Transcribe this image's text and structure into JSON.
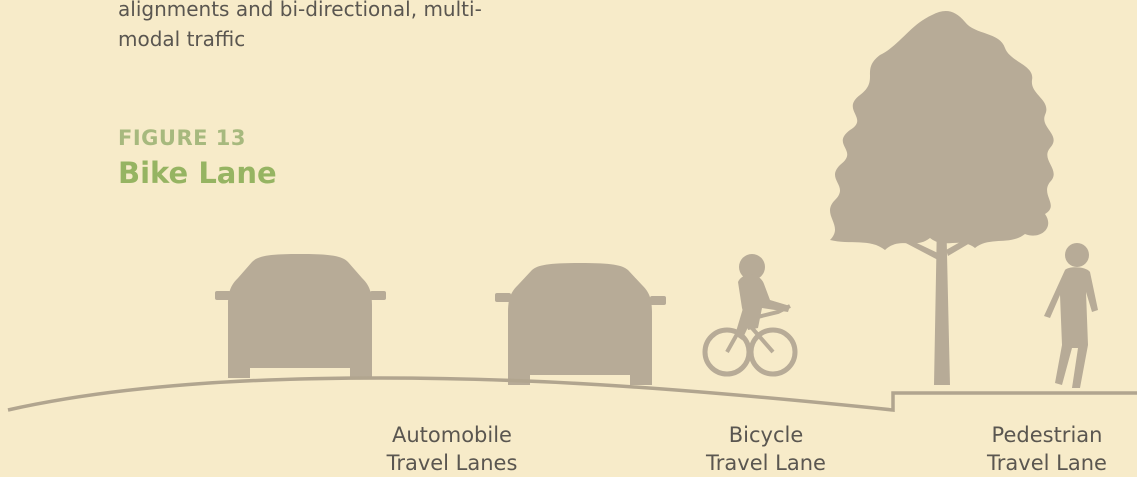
{
  "intro": {
    "line1": "alignments and bi-directional, multi-",
    "line2": "modal traffic"
  },
  "figure": {
    "label": "FIGURE 13",
    "title": "Bike Lane"
  },
  "captions": {
    "automobile": {
      "line1": "Automobile",
      "line2": "Travel Lanes"
    },
    "bicycle": {
      "line1": "Bicycle",
      "line2": "Travel Lane"
    },
    "pedestrian": {
      "line1": "Pedestrian",
      "line2": "Travel Lane"
    }
  },
  "colors": {
    "background": "#f7ebc9",
    "silhouette": "#b7ab97",
    "ground": "#b1a58f",
    "label_light": "#a7b97e",
    "title_green": "#96b462"
  }
}
